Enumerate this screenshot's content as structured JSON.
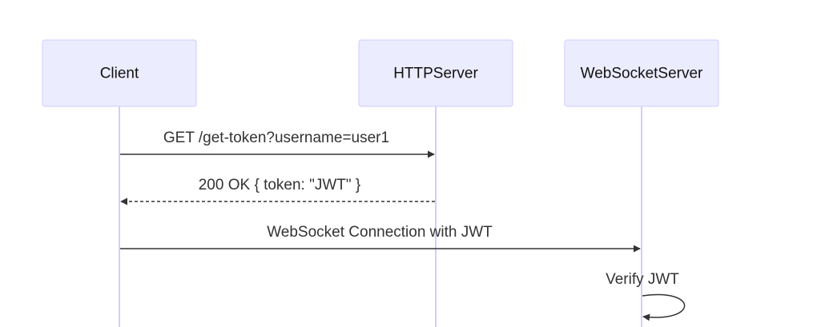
{
  "participants": [
    {
      "id": "client",
      "label": "Client"
    },
    {
      "id": "http",
      "label": "HTTPServer"
    },
    {
      "id": "ws",
      "label": "WebSocketServer"
    }
  ],
  "messages": [
    {
      "from": "Client",
      "to": "HTTPServer",
      "label": "GET /get-token?username=user1",
      "style": "solid"
    },
    {
      "from": "HTTPServer",
      "to": "Client",
      "label": "200 OK { token: \"JWT\" }",
      "style": "dashed"
    },
    {
      "from": "Client",
      "to": "WebSocketServer",
      "label": "WebSocket Connection with JWT",
      "style": "solid"
    },
    {
      "from": "WebSocketServer",
      "to": "WebSocketServer",
      "label": "Verify JWT",
      "style": "solid"
    }
  ],
  "colors": {
    "actor_fill": "#ECECFF",
    "actor_border": "#CCCCFF",
    "lifeline": "#CFCFFF",
    "line": "#333333"
  }
}
